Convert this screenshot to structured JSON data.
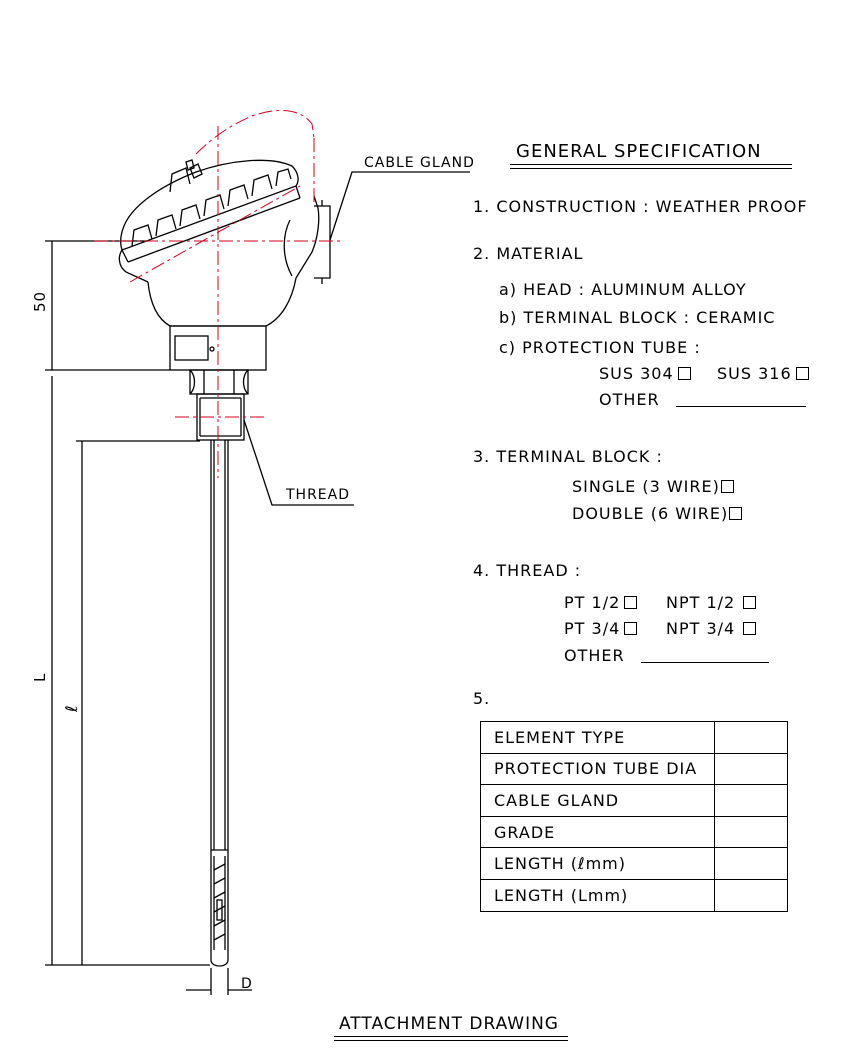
{
  "callouts": {
    "cable_gland": "CABLE GLAND",
    "thread": "THREAD"
  },
  "dimensions": {
    "dim_50": "50",
    "dim_L": "L",
    "dim_l": "ℓ",
    "dim_D": "D"
  },
  "spec": {
    "title": "GENERAL SPECIFICATION",
    "item1": "1.  CONSTRUCTION  :  WEATHER  PROOF",
    "item2": "2.  MATERIAL",
    "item2a": "a)  HEAD  :  ALUMINUM  ALLOY",
    "item2b": "b)  TERMINAL  BLOCK  :  CERAMIC",
    "item2c": "c)  PROTECTION  TUBE  :",
    "sus304": "SUS  304",
    "sus316": "SUS  316",
    "other_a": "OTHER",
    "item3": "3.  TERMINAL  BLOCK  :",
    "single": "SINGLE   (3  WIRE)",
    "double": "DOUBLE  (6  WIRE)",
    "item4": "4.  THREAD  :",
    "pt12": "PT  1/2",
    "npt12": "NPT  1/2",
    "pt34": "PT  3/4",
    "npt34": "NPT  3/4",
    "other_b": "OTHER",
    "item5": "5."
  },
  "table": {
    "rows": [
      {
        "label": "ELEMENT  TYPE",
        "value": ""
      },
      {
        "label": "PROTECTION  TUBE  DIA",
        "value": ""
      },
      {
        "label": "CABLE  GLAND",
        "value": ""
      },
      {
        "label": "GRADE",
        "value": ""
      },
      {
        "label": "LENGTH  (ℓmm)",
        "value": ""
      },
      {
        "label": "LENGTH  (Lmm)",
        "value": ""
      }
    ]
  },
  "footer": {
    "caption": "ATTACHMENT  DRAWING"
  },
  "colors": {
    "ink": "#000000",
    "centerline": "#d0021b"
  }
}
